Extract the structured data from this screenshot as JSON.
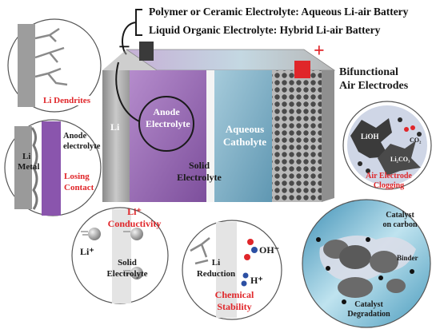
{
  "header": {
    "line1": "Polymer or Ceramic Electrolyte: Aqueous Li-air Battery",
    "line2": "Liquid Organic Electrolyte: Hybrid Li-air Battery"
  },
  "terminals": {
    "negative": "−",
    "positive": "+"
  },
  "battery": {
    "li_label": "Li",
    "anode_line1": "Anode",
    "anode_line2": "Electrolyte",
    "catholyte_line1": "Aqueous",
    "catholyte_line2": "Catholyte",
    "solid_line1": "Solid",
    "solid_line2": "Electrolyte"
  },
  "air_electrode": {
    "line1": "Bifunctional",
    "line2": "Air Electrodes"
  },
  "insets": {
    "dendrites": {
      "caption": "Li Dendrites"
    },
    "losing_contact": {
      "li_line1": "Li",
      "li_line2": "Metal",
      "anode_line1": "Anode",
      "anode_line2": "electrolyte",
      "caption_line1": "Losing",
      "caption_line2": "Contact"
    },
    "conductivity": {
      "title_line1": "Li⁺",
      "title_line2": "Conductivity",
      "li_ion": "Li⁺",
      "solid_line1": "Solid",
      "solid_line2": "Electrolyte"
    },
    "stability": {
      "oh": "OH⁻",
      "h": "H⁺",
      "li_line1": "Li",
      "li_line2": "Reduction",
      "caption_line1": "Chemical",
      "caption_line2": "Stability"
    },
    "clogging": {
      "lioh": "LiOH",
      "li2co3": "Li₂CO₃",
      "co2": "CO₂",
      "caption_line1": "Air Electrode",
      "caption_line2": "Clogging"
    },
    "degradation": {
      "catalyst_line1": "Catalyst",
      "catalyst_line2": "on carbon",
      "binder": "Binder",
      "caption_line1": "Catalyst",
      "caption_line2": "Degradation"
    }
  },
  "colors": {
    "anode_purple": "#8a5aa8",
    "catholyte_blue": "#7fb2c9",
    "accent_red": "#e0262a",
    "terminal_dark": "#3a3a3a"
  }
}
